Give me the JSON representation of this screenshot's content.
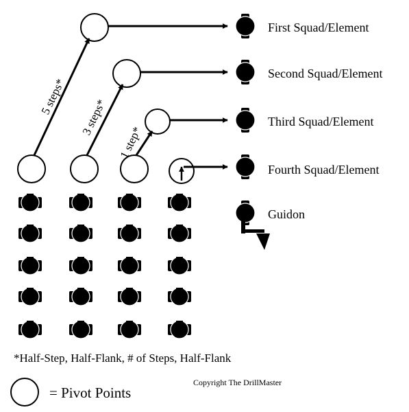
{
  "colors": {
    "ink": "#000000",
    "background": "#ffffff"
  },
  "elements": [
    {
      "label": "First Squad/Element"
    },
    {
      "label": "Second Squad/Element"
    },
    {
      "label": "Third Squad/Element"
    },
    {
      "label": "Fourth Squad/Element"
    },
    {
      "label": "Guidon"
    }
  ],
  "step_labels": [
    "5 steps*",
    "3 steps*",
    "1 step*"
  ],
  "footnote": "*Half-Step, Half-Flank, # of Steps, Half-Flank",
  "legend": {
    "text": "= Pivot Points",
    "icon": "open-circle"
  },
  "copyright": "Copyright The DrillMaster",
  "formation": {
    "columns": 4,
    "rows": 5,
    "icon": "cadet-top-view"
  },
  "guidon_flag_icon": "triangle-flag"
}
